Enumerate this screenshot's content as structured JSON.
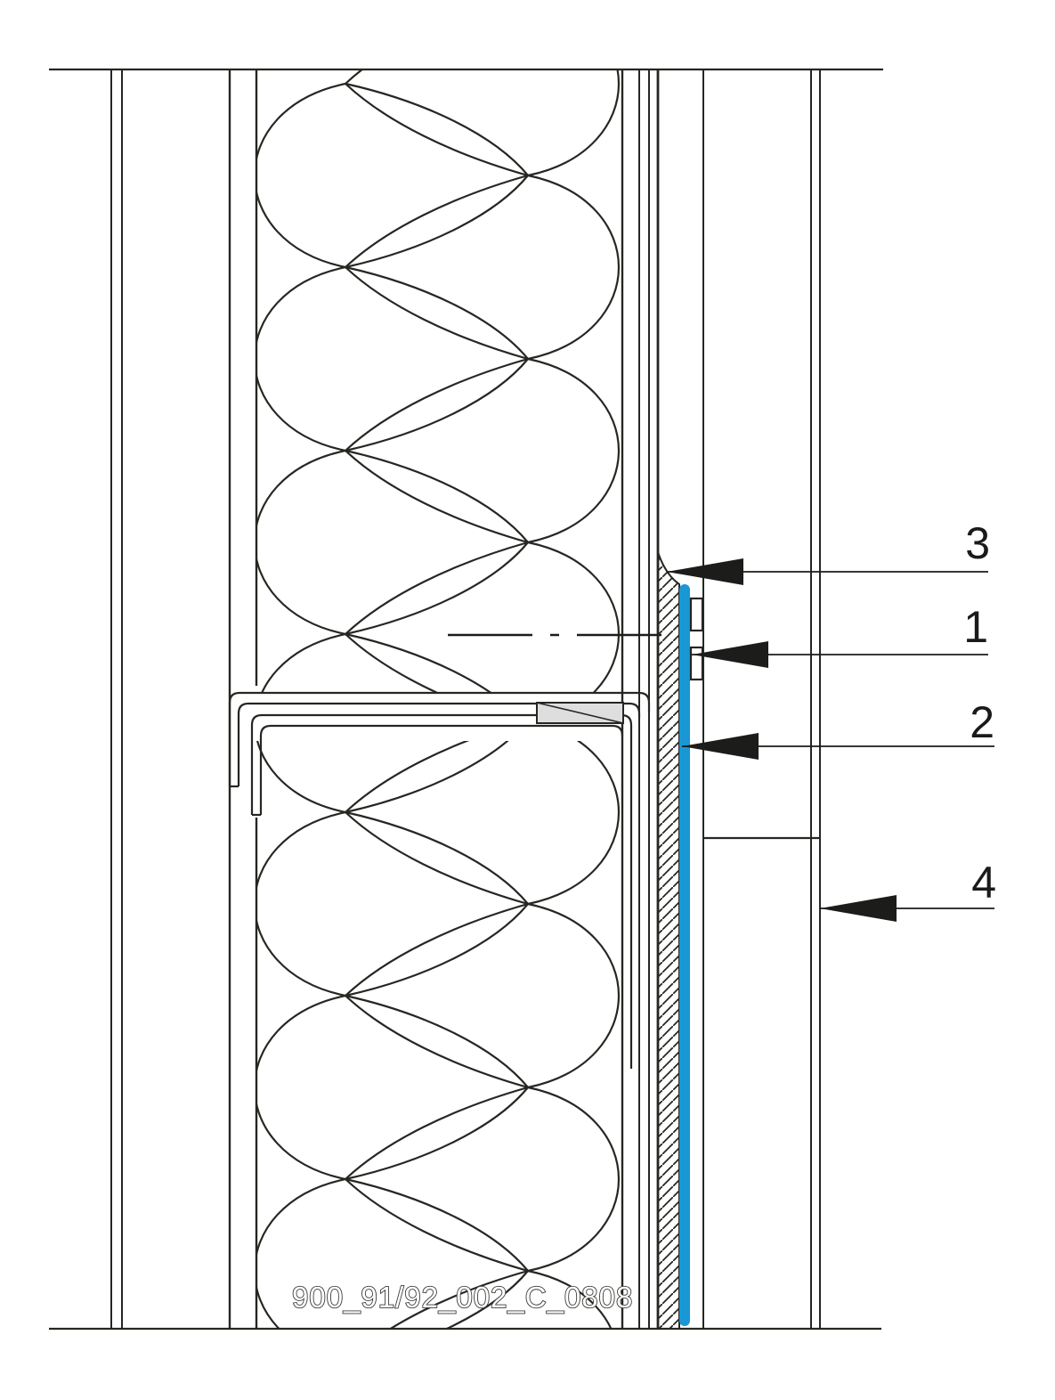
{
  "drawing_code": "900_91/92_002_C_0808",
  "callouts": [
    {
      "number": "3"
    },
    {
      "number": "1"
    },
    {
      "number": "2"
    },
    {
      "number": "4"
    }
  ],
  "colors": {
    "membrane_blue": "#1a97d5",
    "line_black": "#262622",
    "isolator_gray": "#dedede"
  }
}
